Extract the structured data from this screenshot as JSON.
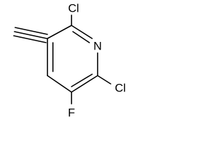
{
  "structure": {
    "atoms": {
      "n": "N",
      "cl_top": "Cl",
      "cl_right": "Cl",
      "f": "F"
    }
  }
}
